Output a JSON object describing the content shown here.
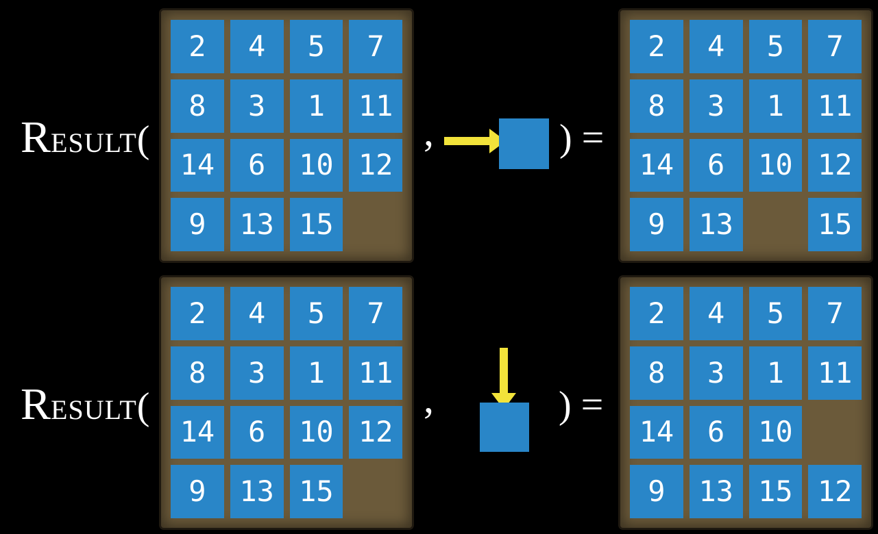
{
  "colors": {
    "background": "#000000",
    "tile_blue": "#2986c8",
    "board_brown": "#6b5a3a",
    "board_border": "#1f1910",
    "arrow_yellow": "#f2e33a",
    "text_white": "#ffffff"
  },
  "rows": [
    {
      "function_name": "RESULT",
      "open_paren": "(",
      "comma": ",",
      "close_paren": ")",
      "equals": "=",
      "action": {
        "direction": "right",
        "icon": "yellow-arrow-pushing-blue-tile-right"
      },
      "input_grid": [
        [
          "2",
          "4",
          "5",
          "7"
        ],
        [
          "8",
          "3",
          "1",
          "11"
        ],
        [
          "14",
          "6",
          "10",
          "12"
        ],
        [
          "9",
          "13",
          "15",
          ""
        ]
      ],
      "output_grid": [
        [
          "2",
          "4",
          "5",
          "7"
        ],
        [
          "8",
          "3",
          "1",
          "11"
        ],
        [
          "14",
          "6",
          "10",
          "12"
        ],
        [
          "9",
          "13",
          "",
          "15"
        ]
      ]
    },
    {
      "function_name": "RESULT",
      "open_paren": "(",
      "comma": ",",
      "close_paren": ")",
      "equals": "=",
      "action": {
        "direction": "down",
        "icon": "yellow-arrow-pushing-blue-tile-down"
      },
      "input_grid": [
        [
          "2",
          "4",
          "5",
          "7"
        ],
        [
          "8",
          "3",
          "1",
          "11"
        ],
        [
          "14",
          "6",
          "10",
          "12"
        ],
        [
          "9",
          "13",
          "15",
          ""
        ]
      ],
      "output_grid": [
        [
          "2",
          "4",
          "5",
          "7"
        ],
        [
          "8",
          "3",
          "1",
          "11"
        ],
        [
          "14",
          "6",
          "10",
          ""
        ],
        [
          "9",
          "13",
          "15",
          "12"
        ]
      ]
    }
  ]
}
